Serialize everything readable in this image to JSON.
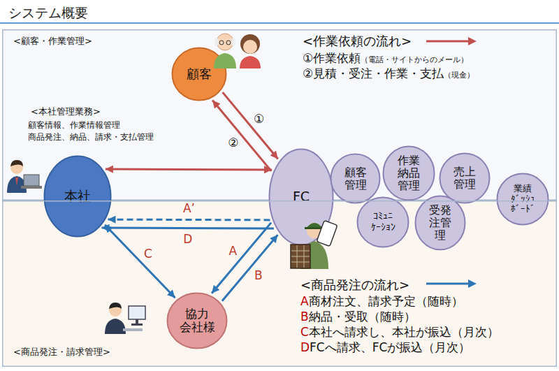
{
  "diagram": {
    "title": "システム概要",
    "nodes": [
      {
        "text": [
          "<顧客・作業管理>"
        ]
      },
      {
        "text": [
          "顧客"
        ],
        "in": 0
      },
      {
        "text": [
          "本社"
        ]
      },
      {
        "text": [
          "FC"
        ]
      },
      {
        "text": [
          "顧客 管理"
        ]
      },
      {
        "text": [
          "作業 納品 管理"
        ]
      },
      {
        "text": [
          "売上 管理"
        ]
      },
      {
        "text": [
          "業績 ﾀﾞｯｼｭ ﾎﾞｰﾄﾞ"
        ]
      },
      {
        "text": [
          "ｺﾐｭﾆ ｹｰｼｮﾝ"
        ]
      },
      {
        "text": [
          "受発 注管 理"
        ]
      },
      {
        "text": [
          "<商品発注・請求管理>"
        ]
      },
      {
        "text": [
          "協力 会社様"
        ],
        "in": 10
      }
    ],
    "edges": [
      {
        "from": 1,
        "to": 3,
        "label": "①",
        "arrow": "to"
      },
      {
        "from": 3,
        "to": 1,
        "label": "②",
        "arrow": "to"
      },
      {
        "from": 2,
        "to": 3,
        "arrow": "both"
      },
      {
        "from": 3,
        "to": 2,
        "label": "A’",
        "arrow": "to"
      },
      {
        "from": 3,
        "to": 2,
        "label": "D",
        "arrow": "to"
      },
      {
        "from": 2,
        "to": 11,
        "label": "C",
        "arrow": "both"
      },
      {
        "from": 3,
        "to": 11,
        "label": "A",
        "arrow": "to"
      },
      {
        "from": 11,
        "to": 3,
        "label": "B",
        "arrow": "to"
      }
    ],
    "labels": [
      "<作業依頼の流れ>",
      "①作業依頼",
      "（電話・サイトからのメール）",
      "②見積・受注・作業・支払",
      "（現金）",
      "<本社管理業務>",
      "顧客情報、作業情報管理",
      "商品発注、納品、請求・支払管理",
      "<商品発注の流れ>",
      "A",
      "商材注文、請求予定（随時）",
      "B",
      "納品・受取（随時）",
      "C",
      "本社へ請求し、本社が振込（月次）",
      "D",
      "FCへ請求、FCが振込（月次）"
    ]
  }
}
